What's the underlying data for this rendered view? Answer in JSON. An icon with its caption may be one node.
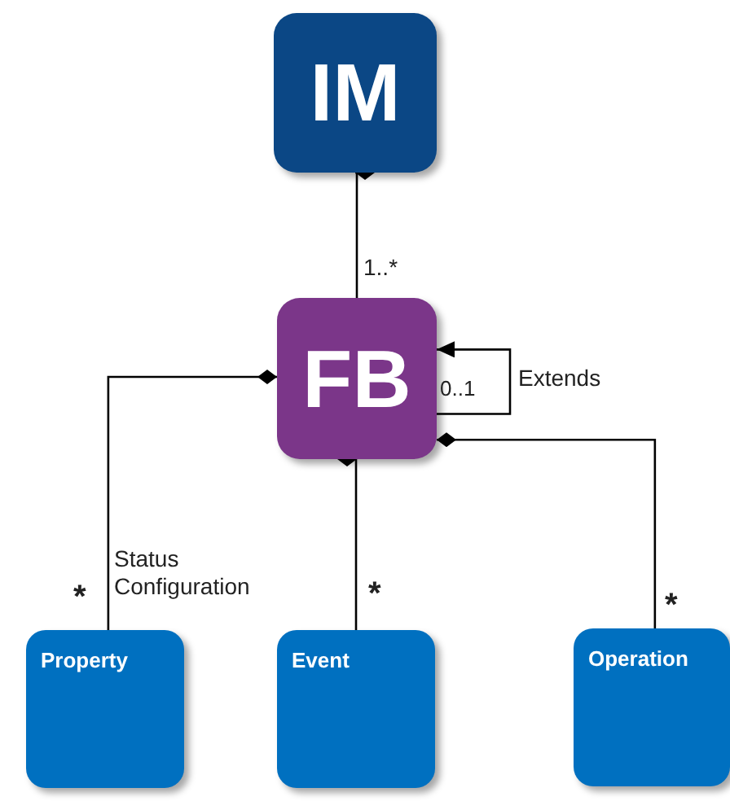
{
  "diagram": {
    "nodes": [
      {
        "text": [
          "IM"
        ]
      },
      {
        "text": [
          "FB"
        ]
      },
      {
        "text": [
          "Property"
        ]
      },
      {
        "text": [
          "Event"
        ]
      },
      {
        "text": [
          "Operation"
        ]
      }
    ],
    "edges": [
      {
        "from": 0,
        "to": 1,
        "arrow": "other",
        "label": "1..*"
      },
      {
        "from": 1,
        "to": 1,
        "arrow": "to",
        "label": "Extends"
      },
      {
        "from": 1,
        "to": 2,
        "arrow": "other",
        "label": "Status Configuration"
      },
      {
        "from": 1,
        "to": 3,
        "arrow": "other"
      },
      {
        "from": 1,
        "to": 4,
        "arrow": "other"
      }
    ],
    "labels": [
      "0..1",
      "*",
      "*",
      "*"
    ]
  }
}
